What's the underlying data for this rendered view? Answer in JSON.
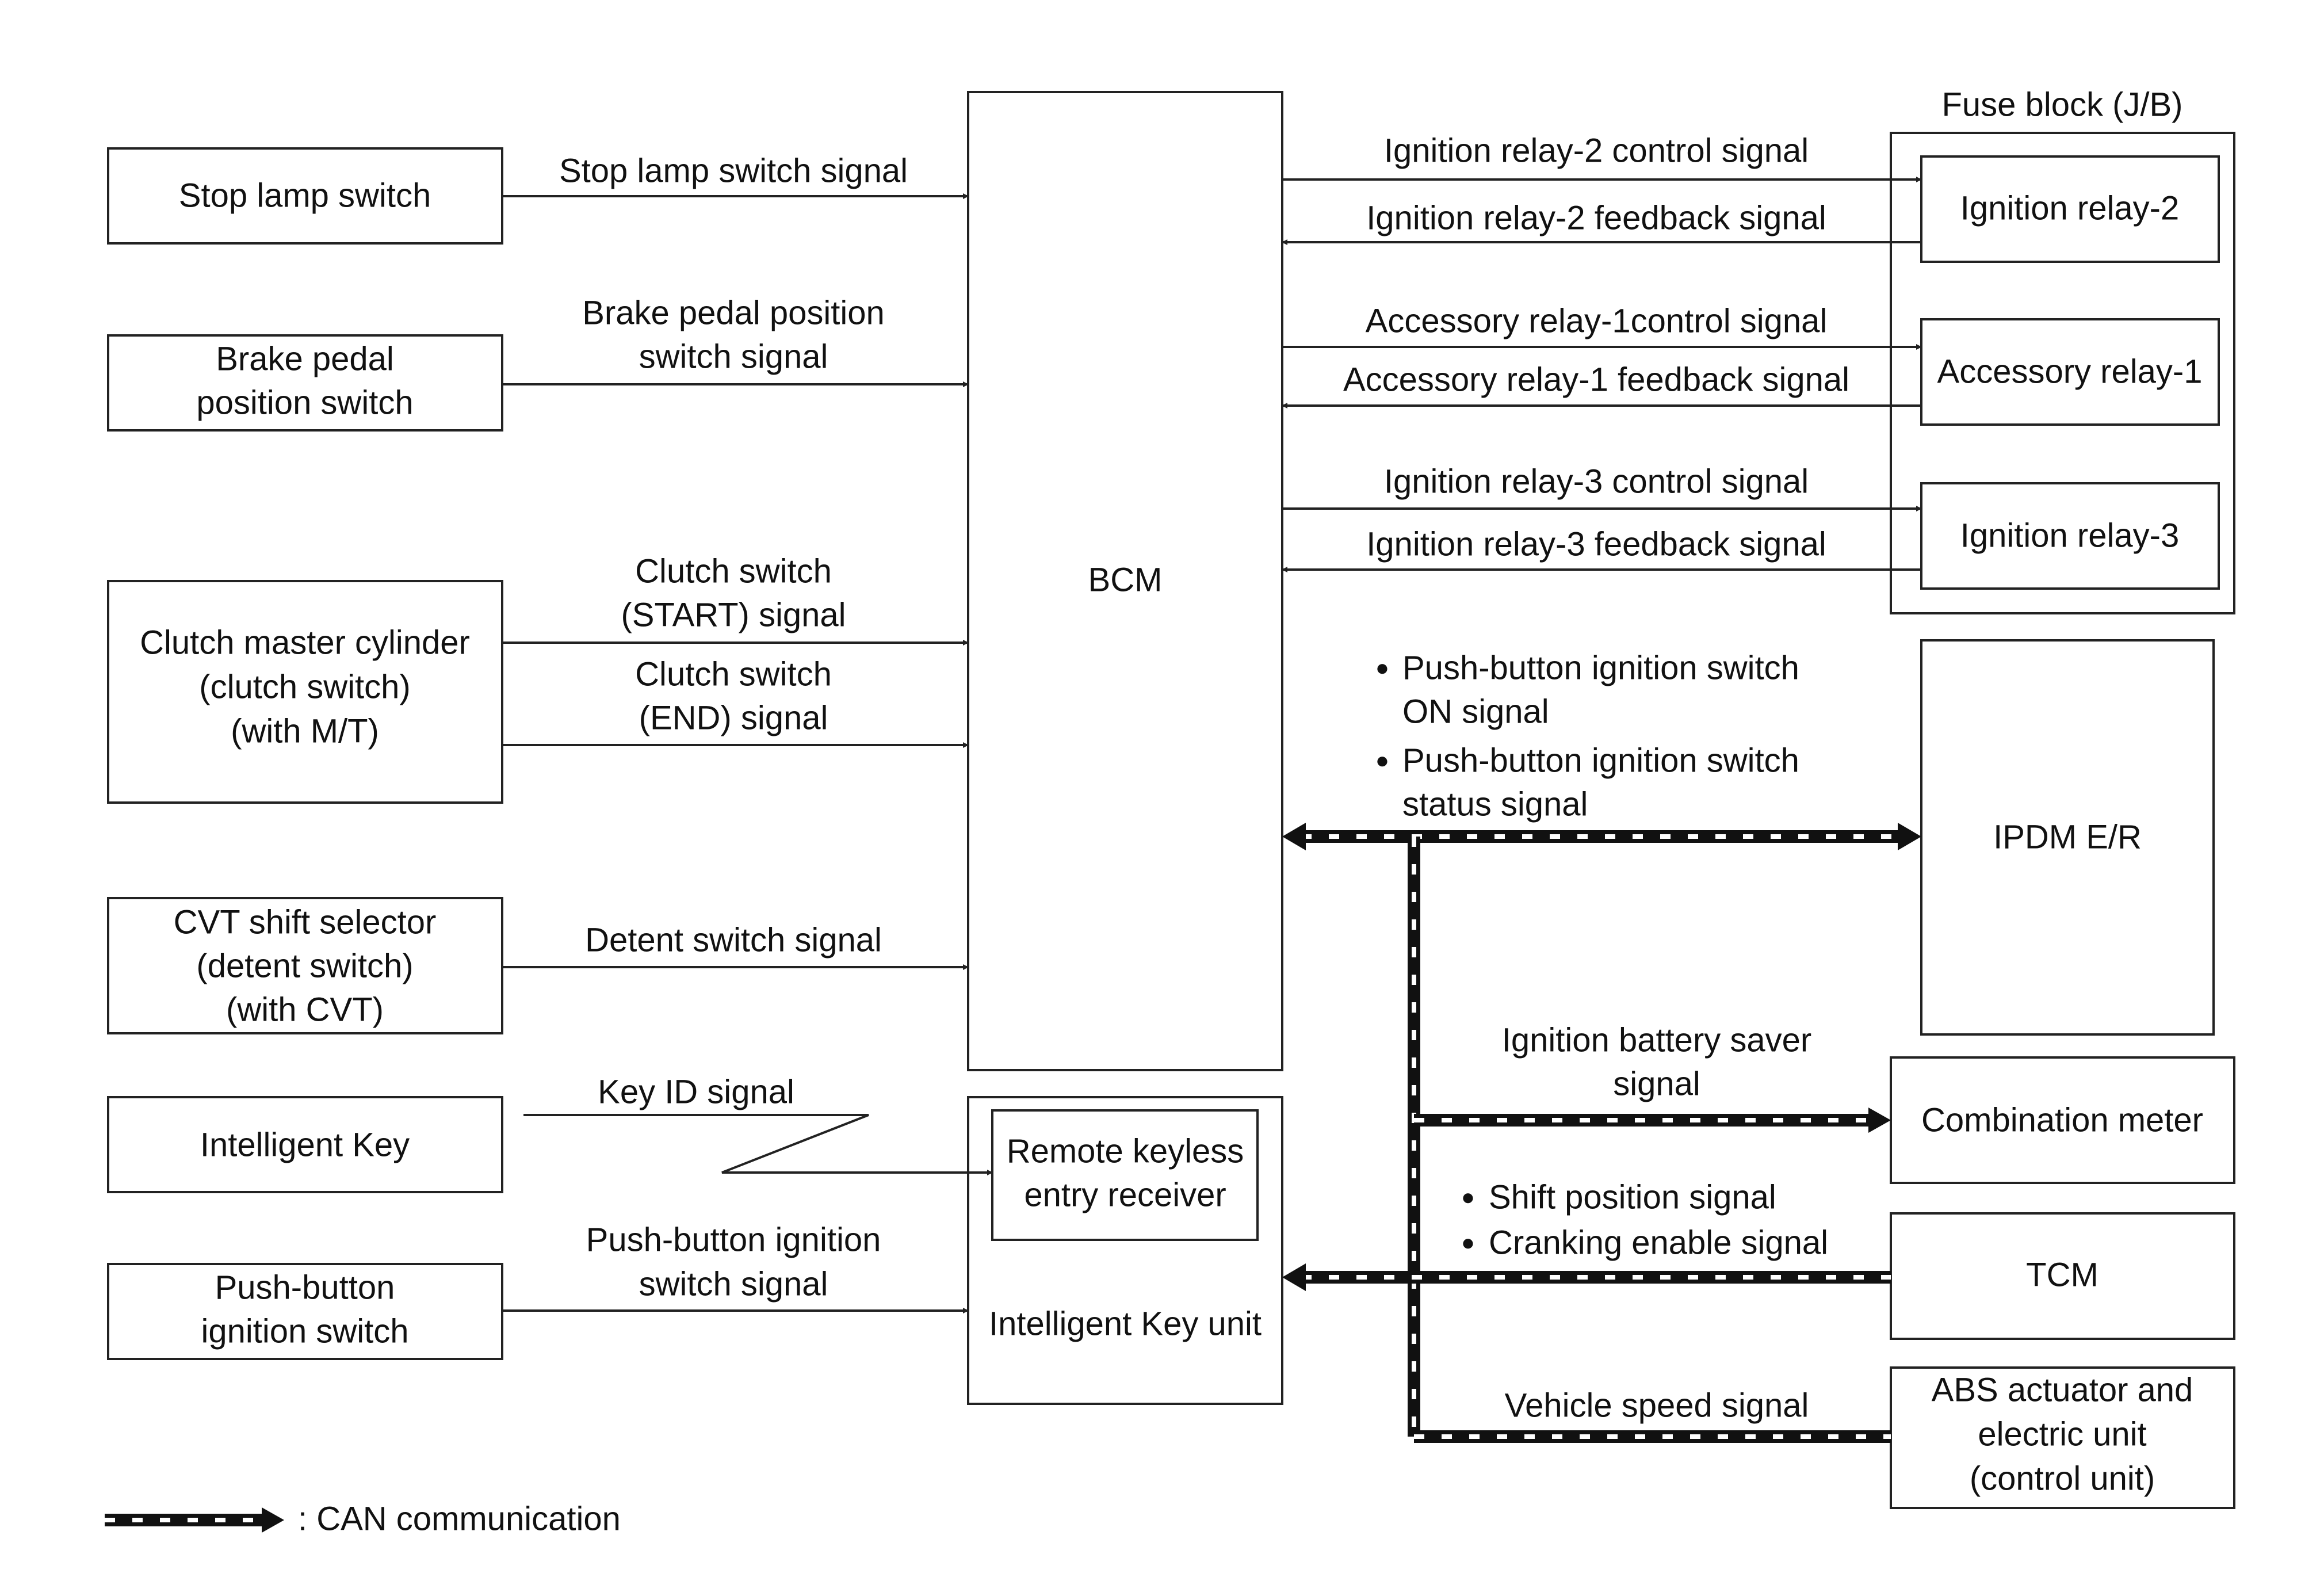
{
  "colors": {
    "line": "#222222",
    "text": "#111111",
    "background": "#ffffff",
    "can_dash": "#ffffff"
  },
  "blocks": {
    "stop_lamp_switch": [
      "Stop lamp switch"
    ],
    "brake_pedal_position_switch": [
      "Brake pedal",
      "position switch"
    ],
    "clutch_master_cylinder": [
      "Clutch master cylinder",
      "(clutch switch)",
      "(with M/T)"
    ],
    "cvt_shift_selector": [
      "CVT shift selector",
      "(detent switch)",
      "(with CVT)"
    ],
    "intelligent_key": [
      "Intelligent Key"
    ],
    "push_button_ignition_switch": [
      "Push-button",
      "ignition switch"
    ],
    "bcm": [
      "BCM"
    ],
    "remote_keyless_entry_receiver": [
      "Remote keyless",
      "entry receiver"
    ],
    "intelligent_key_unit": [
      "Intelligent Key unit"
    ],
    "fuse_block": [
      "Fuse block (J/B)"
    ],
    "ignition_relay_2": [
      "Ignition relay-2"
    ],
    "accessory_relay_1": [
      "Accessory relay-1"
    ],
    "ignition_relay_3": [
      "Ignition relay-3"
    ],
    "ipdm_er": [
      "IPDM E/R"
    ],
    "combination_meter": [
      "Combination meter"
    ],
    "tcm": [
      "TCM"
    ],
    "abs_actuator": [
      "ABS actuator and",
      "electric unit",
      "(control unit)"
    ]
  },
  "signals": {
    "stop_lamp_switch_signal": [
      "Stop lamp switch signal"
    ],
    "brake_pedal_position_switch_signal": [
      "Brake pedal position",
      "switch signal"
    ],
    "clutch_switch_start_signal": [
      "Clutch switch",
      "(START) signal"
    ],
    "clutch_switch_end_signal": [
      "Clutch switch",
      "(END) signal"
    ],
    "detent_switch_signal": [
      "Detent switch signal"
    ],
    "key_id_signal": [
      "Key ID signal"
    ],
    "push_button_ignition_switch_signal": [
      "Push-button ignition",
      "switch signal"
    ],
    "ignition_relay_2_control": [
      "Ignition relay-2 control signal"
    ],
    "ignition_relay_2_feedback": [
      "Ignition relay-2 feedback signal"
    ],
    "accessory_relay_1_control": [
      "Accessory relay-1control signal"
    ],
    "accessory_relay_1_feedback": [
      "Accessory relay-1 feedback signal"
    ],
    "ignition_relay_3_control": [
      "Ignition relay-3 control signal"
    ],
    "ignition_relay_3_feedback": [
      "Ignition relay-3 feedback signal"
    ],
    "ipdm_signals": [
      "Push-button ignition switch",
      "ON signal",
      "Push-button ignition switch",
      "status signal"
    ],
    "ignition_battery_saver_signal": [
      "Ignition battery saver",
      "signal"
    ],
    "tcm_signals": [
      "Shift position signal",
      "Cranking enable signal"
    ],
    "vehicle_speed_signal": [
      "Vehicle speed signal"
    ]
  },
  "bullet": "●",
  "legend": {
    "label": ": CAN communication"
  }
}
